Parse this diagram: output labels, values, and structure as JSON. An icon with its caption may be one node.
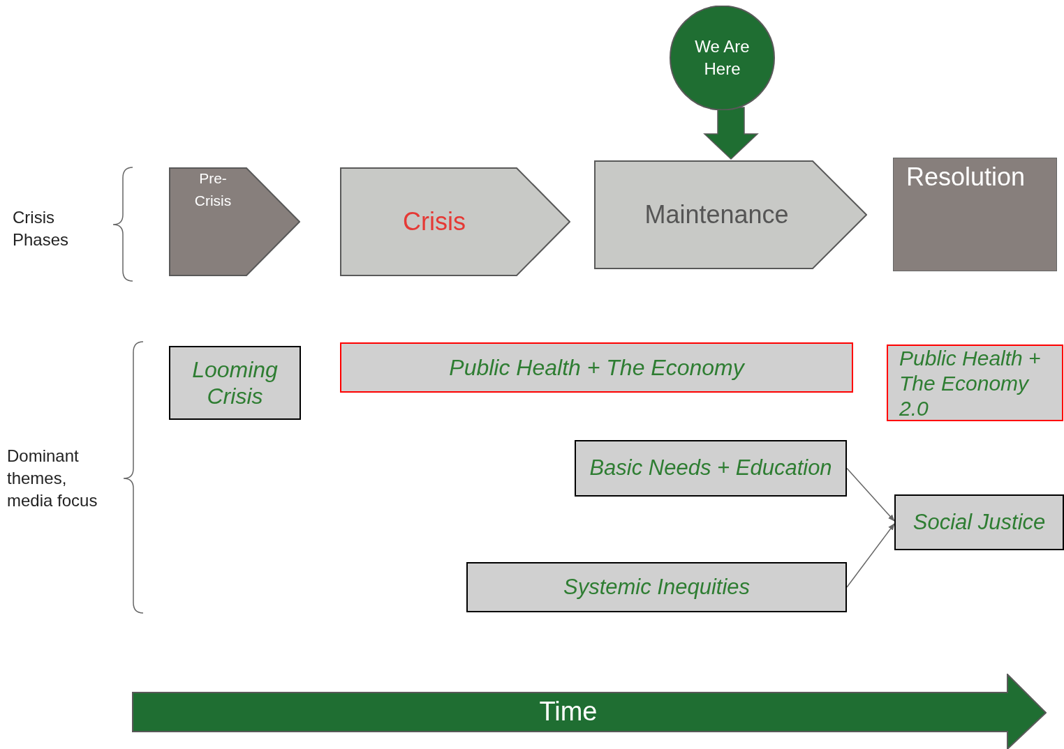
{
  "diagram": {
    "nodes": [
      {
        "text": [
          "We Are Here"
        ]
      },
      {
        "text": [
          "Pre-Crisis"
        ]
      },
      {
        "text": [
          "Crisis"
        ]
      },
      {
        "text": [
          "Maintenance"
        ]
      },
      {
        "text": [
          "Resolution"
        ]
      },
      {
        "text": [
          "Looming Crisis"
        ]
      },
      {
        "text": [
          "Public Health + The Economy"
        ]
      },
      {
        "text": [
          "Public Health + The Economy 2.0"
        ]
      },
      {
        "text": [
          "Basic Needs + Education"
        ]
      },
      {
        "text": [
          "Social Justice"
        ]
      },
      {
        "text": [
          "Systemic Inequities"
        ]
      },
      {
        "text": [
          "Time"
        ]
      }
    ],
    "edges": [
      {
        "from": 0,
        "to": 3,
        "arrow": "to",
        "style": "thick",
        "color": "#1f6e32"
      },
      {
        "from": 8,
        "to": 9,
        "arrow": "to"
      },
      {
        "from": 10,
        "to": 9,
        "arrow": "to"
      }
    ],
    "labels": [
      "Crisis Phases",
      "Dominant themes, media focus"
    ]
  }
}
